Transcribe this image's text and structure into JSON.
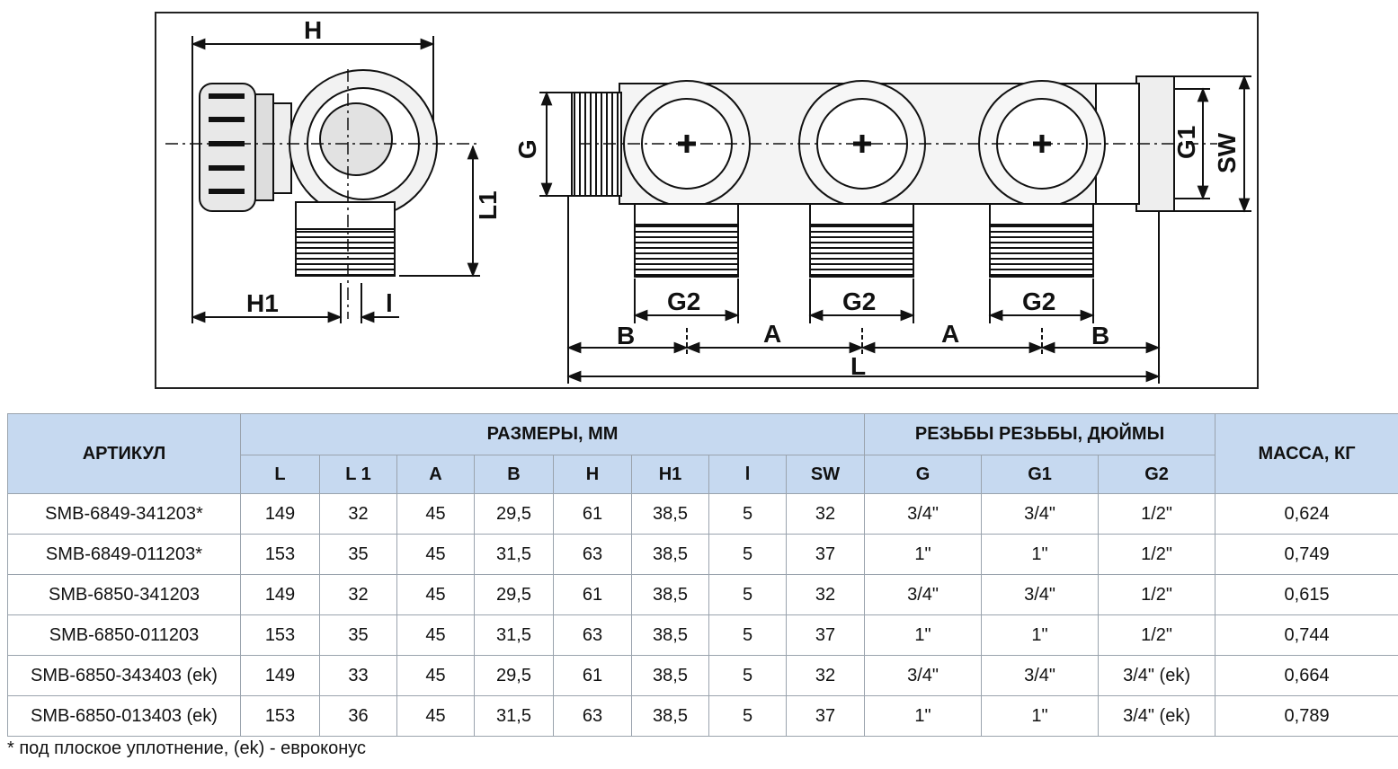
{
  "drawing": {
    "side_view_labels": {
      "H": "H",
      "L1": "L1",
      "H1": "H1",
      "l": "l"
    },
    "front_view_labels": {
      "G": "G",
      "G1": "G1",
      "SW": "SW",
      "G2": "G2",
      "A": "A",
      "B": "B",
      "L": "L"
    }
  },
  "table": {
    "header": {
      "article": "АРТИКУЛ",
      "dimensions_group": "РАЗМЕРЫ, ММ",
      "threads_group": "РЕЗЬБЫ РЕЗЬБЫ, ДЮЙМЫ",
      "mass": "МАССА, КГ",
      "columns": [
        "L",
        "L 1",
        "A",
        "B",
        "H",
        "H1",
        "l",
        "SW",
        "G",
        "G1",
        "G2"
      ]
    },
    "rows": [
      {
        "article": "SMB-6849-341203*",
        "cells": [
          "149",
          "32",
          "45",
          "29,5",
          "61",
          "38,5",
          "5",
          "32",
          "3/4\"",
          "3/4\"",
          "1/2\""
        ],
        "mass": "0,624"
      },
      {
        "article": "SMB-6849-011203*",
        "cells": [
          "153",
          "35",
          "45",
          "31,5",
          "63",
          "38,5",
          "5",
          "37",
          "1\"",
          "1\"",
          "1/2\""
        ],
        "mass": "0,749"
      },
      {
        "article": "SMB-6850-341203",
        "cells": [
          "149",
          "32",
          "45",
          "29,5",
          "61",
          "38,5",
          "5",
          "32",
          "3/4\"",
          "3/4\"",
          "1/2\""
        ],
        "mass": "0,615"
      },
      {
        "article": "SMB-6850-011203",
        "cells": [
          "153",
          "35",
          "45",
          "31,5",
          "63",
          "38,5",
          "5",
          "37",
          "1\"",
          "1\"",
          "1/2\""
        ],
        "mass": "0,744"
      },
      {
        "article": "SMB-6850-343403 (ek)",
        "cells": [
          "149",
          "33",
          "45",
          "29,5",
          "61",
          "38,5",
          "5",
          "32",
          "3/4\"",
          "3/4\"",
          "3/4\" (ek)"
        ],
        "mass": "0,664"
      },
      {
        "article": "SMB-6850-013403 (ek)",
        "cells": [
          "153",
          "36",
          "45",
          "31,5",
          "63",
          "38,5",
          "5",
          "37",
          "1\"",
          "1\"",
          "3/4\" (ek)"
        ],
        "mass": "0,789"
      }
    ]
  },
  "footnote": "* под плоское уплотнение, (ek) - евроконус"
}
